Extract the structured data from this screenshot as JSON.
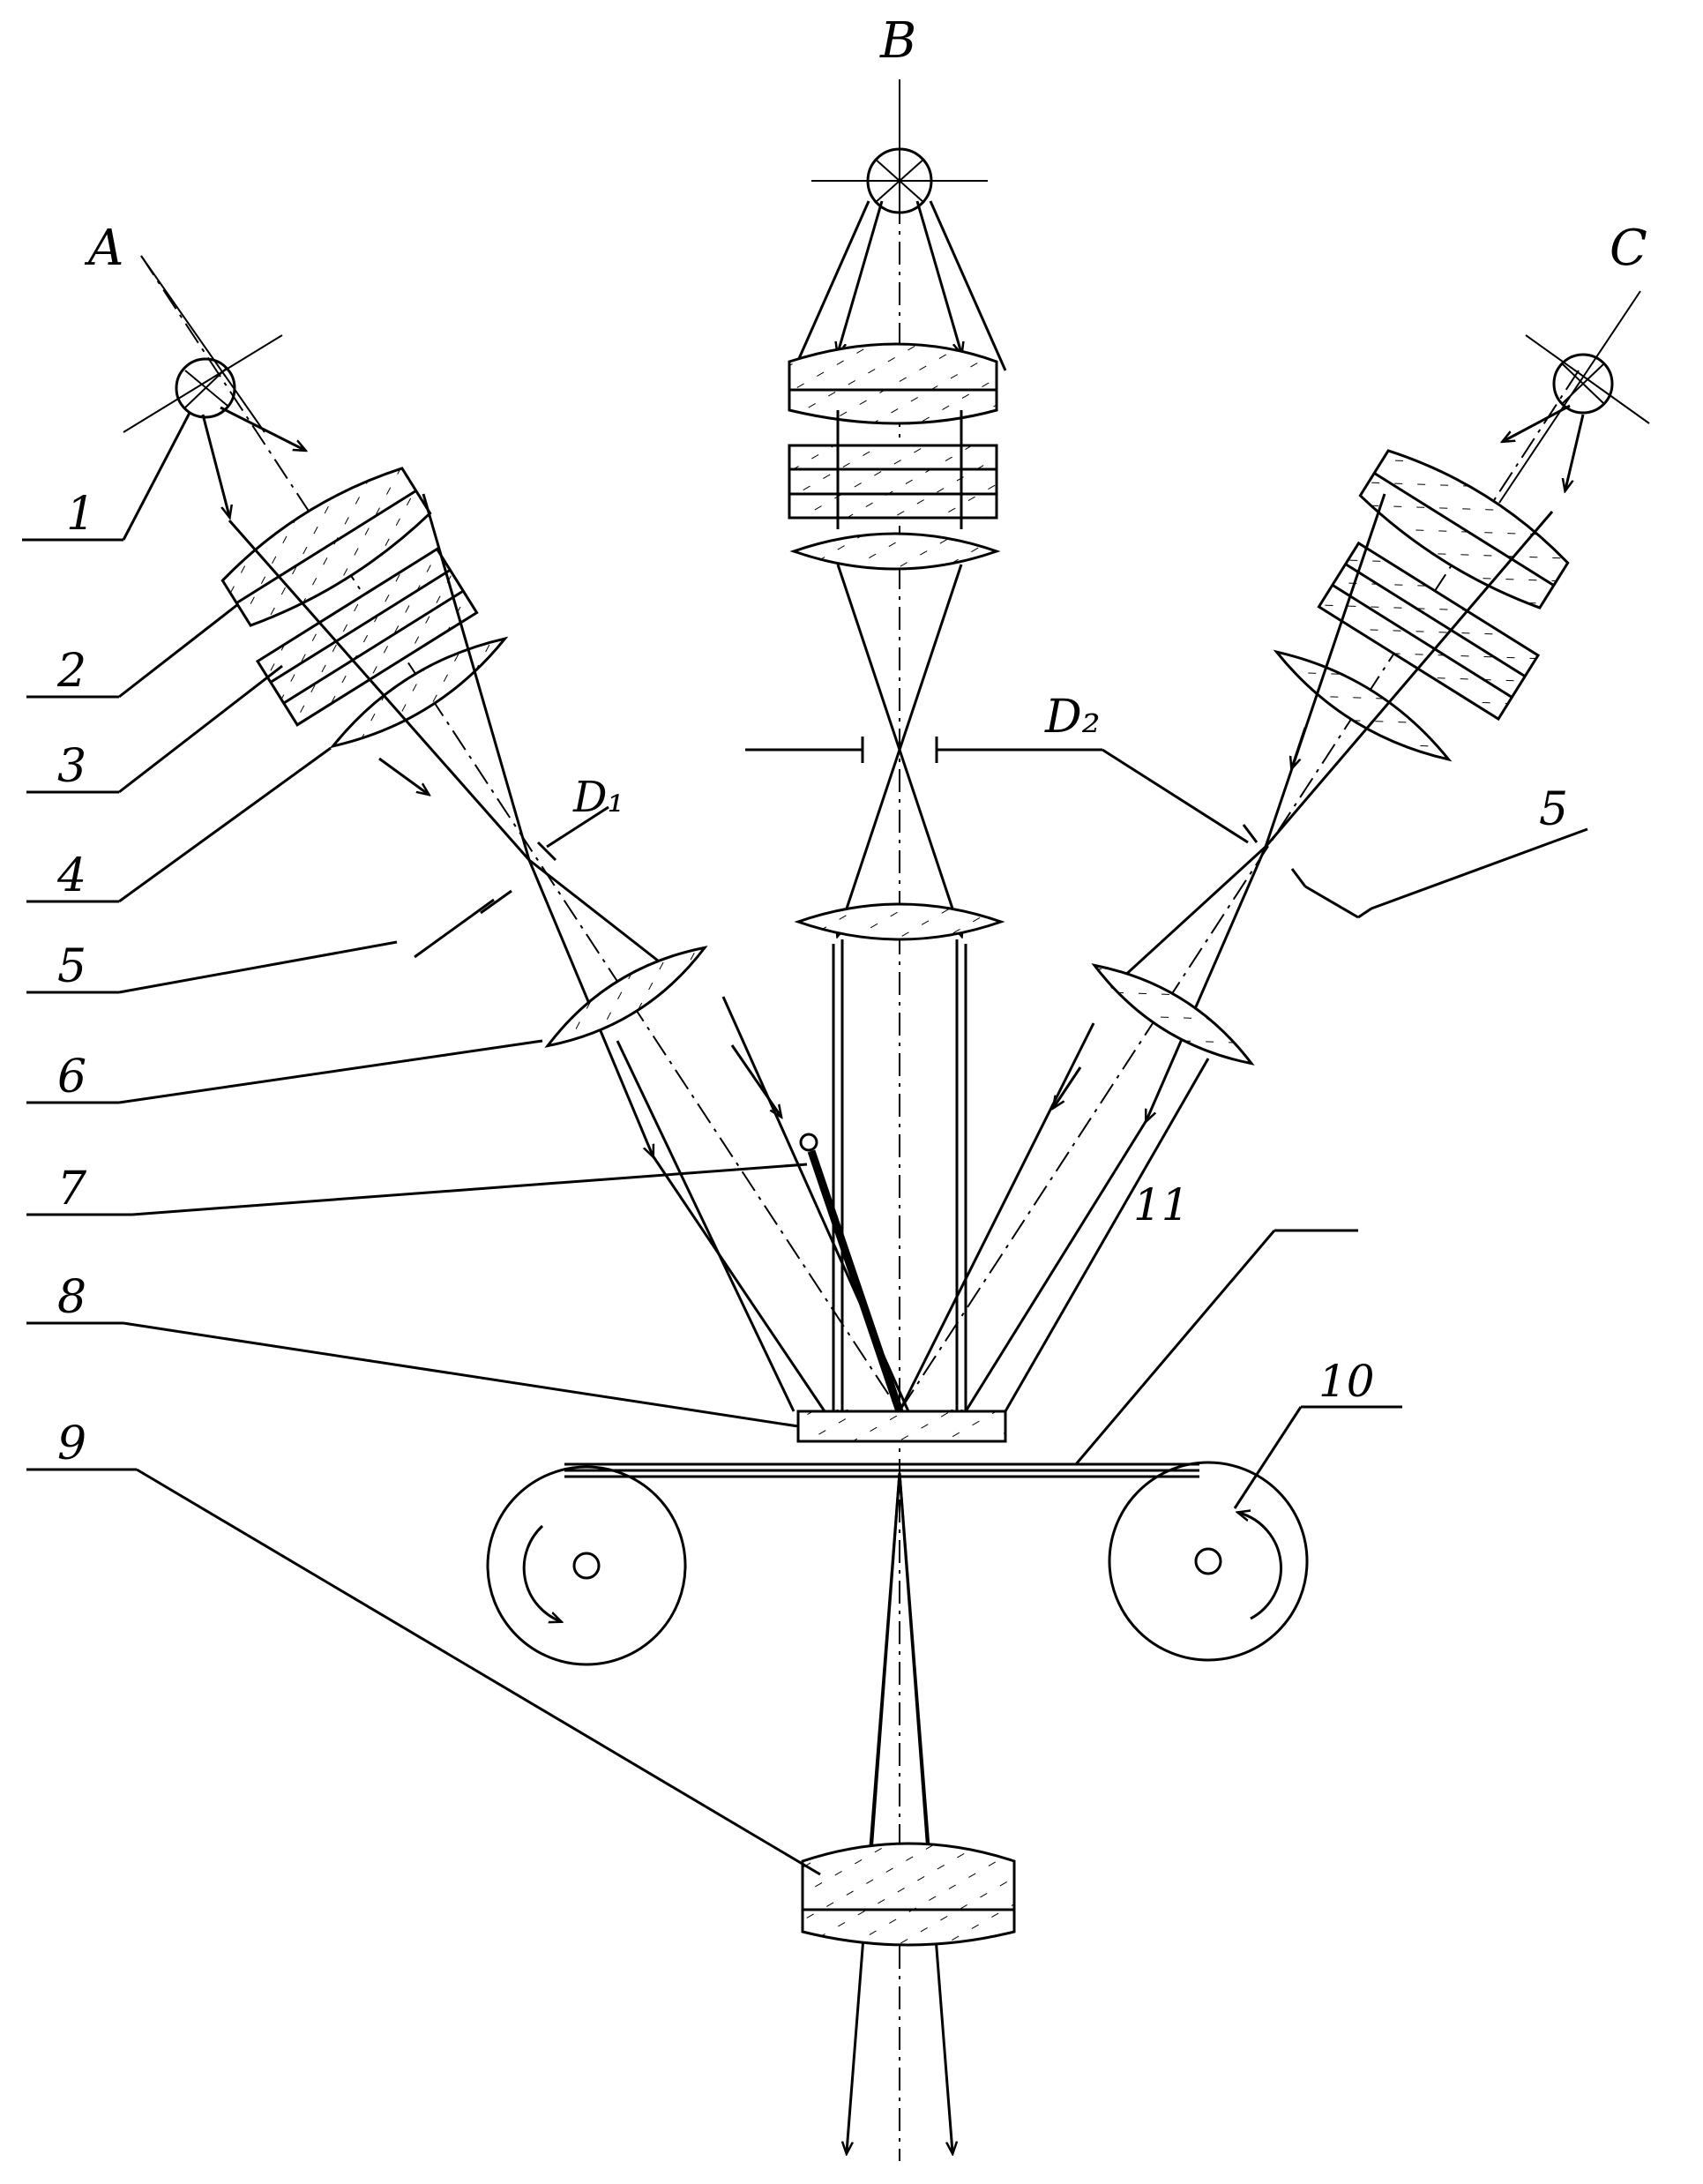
{
  "figure": {
    "sources": [
      {
        "id": "A",
        "label": "A"
      },
      {
        "id": "B",
        "label": "B"
      },
      {
        "id": "C",
        "label": "C"
      }
    ],
    "stop_labels": {
      "d1": "D₁",
      "d2": "D₂"
    },
    "callouts": [
      "1",
      "2",
      "3",
      "4",
      "5",
      "6",
      "7",
      "8",
      "9",
      "10",
      "11",
      "5"
    ]
  }
}
